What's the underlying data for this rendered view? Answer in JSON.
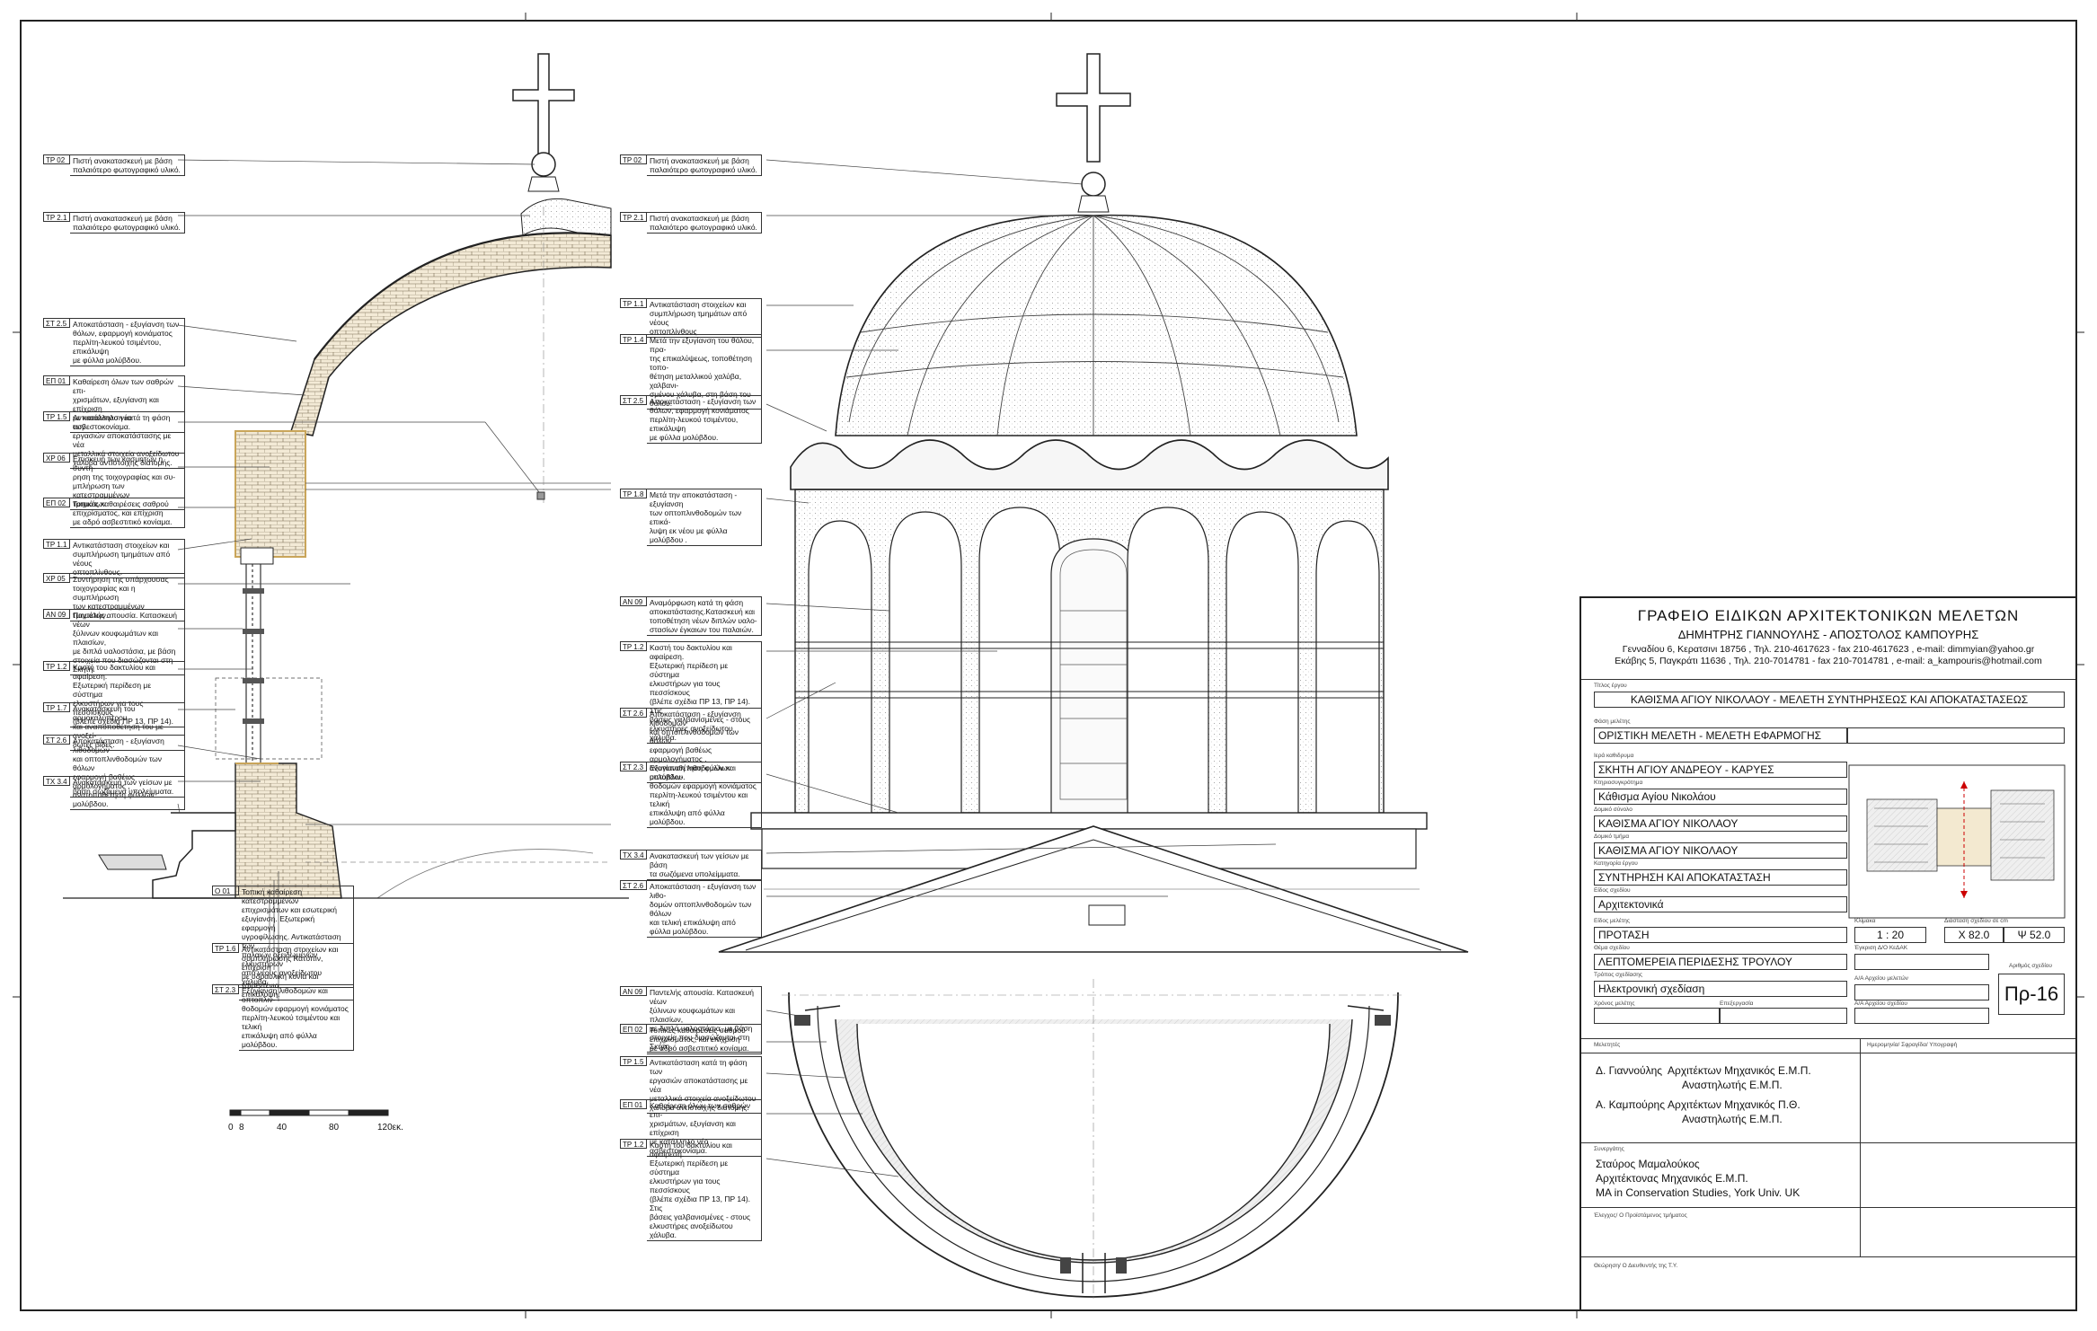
{
  "annotations_left": [
    {
      "code": "ΤΡ  02",
      "text": "Πιστή ανακατασκευή με βάση\nπαλαιότερο φωτογραφικό υλικό."
    },
    {
      "code": "ΤΡ  2.1",
      "text": "Πιστή ανακατασκευή με βάση\nπαλαιότερο φωτογραφικό υλικό."
    },
    {
      "code": "ΣΤ  2.5",
      "text": "Αποκατάσταση - εξυγίανση των\nθόλων, εφαρμογή κονιάματος\nπερλίτη-λευκού τσιμέντου, επικάλυψη\nμε φύλλα μολύβδου."
    },
    {
      "code": "ΕΠ  01",
      "text": "Καθαίρεση όλων των σαθρών επι-\nχρισμάτων, εξυγίανση και επίχριση\nμε κατάλληλο νέο ασβεστοκονίαμα."
    },
    {
      "code": "ΤΡ  1.5",
      "text": "Αντικατάσταση κατά τη φάση των\nεργασιών αποκατάστασης με νέα\nμεταλλικά στοιχεία ανοξείδωτου\nχάλυβα αντίστοιχης διατομής."
    },
    {
      "code": "ΧΡ  06",
      "text": "Επισκευή των κασμητών η συντή-\nρηση της τοιχογραφίας και συ-\nμπλήρωση των κατεστραμμένων\nτμημάτων"
    },
    {
      "code": "ΕΠ  02",
      "text": "Τοπικές καθαιρέσεις σαθρού\nεπιχρίσματος, και επίχριση\nμε αδρό ασβεστιτικό κονίαμα."
    },
    {
      "code": "ΤΡ  1.1",
      "text": "Αντικατάσταση στοιχείων και\nσυμπλήρωση τμημάτων από νέους\nοπτοπλίνθους."
    },
    {
      "code": "ΧΡ  05",
      "text": "Συντήρηση της υπάρχουσας\nτοιχογραφίας και η συμπλήρωση\nτων κατεστραμμένων τμημάτων."
    },
    {
      "code": "ΑΝ  09",
      "text": "Παντελής απουσία. Κατασκευή νέων\nξύλινων κουφωμάτων και πλαισίων,\nμε διπλά υαλοστάσια, με βάση\nστοιχεία που διασώζονται στη Σκήτη."
    },
    {
      "code": "ΤΡ  1.2",
      "text": "Καστή του δακτυλίου και αφαίρεση.\nΕξωτερική περίδεση με σύστημα\nελκυστήρων για τους πεσσίσκους\n(βλέπε σχέδια ΠΡ 13, ΠΡ 14)."
    },
    {
      "code": "ΤΡ  1.7",
      "text": "Ανακατασκευή του αρμοκαλύπτρου\nκαι αναποποθέτηση του με ανοξεί-\nδωτες βίδες."
    },
    {
      "code": "ΣΤ  2.6",
      "text": "Αποκατάσταση - εξυγίανση λιθοδομών\nκαι οπτοπλινθοδομών των θόλων\nεφαρμογή βαθέως αρμολογήματος ,\nανατοποθέτηση φύλλων μολύβδου."
    },
    {
      "code": "ΤΧ  3.4",
      "text": "Ανακατασκευή των γείσων με\nβάση σωζόμενα υπολείμματα."
    }
  ],
  "annotations_left_lower": [
    {
      "code": "Ο  01",
      "text": "Τοπική καθαίρεση κατεστραμμένων\nεπιχρισμάτων και εσωτερική\nεξυγίανση. Εξωτερική εφαρμογή\nυγροφίλωσης. Αντικατάσταση των\nπαλαιών οξειδωμένων ελκυστήρων\nαπό νέους ανοξείδωτου χάλυβα."
    },
    {
      "code": "ΤΡ  1.6",
      "text": "Αντικατάσταση στοιχείων και\nσυμπλήρωσης Κατόπιν, επίχριση\nμε υδραυλική κονία και τσιμεντένια\nεπικάλυψη."
    },
    {
      "code": "ΣΤ  2.3",
      "text": "Εξυγίανση λιθοδομών και οπτοπλιν-\nθοδομών εφαρμογή κονιάματος\nπερλίτη-λευκού τσιμέντου και τελική\nεπικάλυψη από φύλλα μολύβδου."
    }
  ],
  "annotations_mid": [
    {
      "code": "ΤΡ  02",
      "text": "Πιστή ανακατασκευή με βάση\nπαλαιότερο φωτογραφικό υλικό."
    },
    {
      "code": "ΤΡ  2.1",
      "text": "Πιστή ανακατασκευή με βάση\nπαλαιότερο φωτογραφικό υλικό."
    },
    {
      "code": "ΤΡ  1.1",
      "text": "Αντικατάσταση στοιχείων και\nσυμπλήρωση τμημάτων από νέους\nοπτοπλίνθους"
    },
    {
      "code": "ΤΡ  1.4",
      "text": "Μετά την εξυγίανση του θόλου, πρα-\nτης επικαλύψεως, τοποθέτηση τοπο-\nθέτηση μεταλλικού χαλύβα, χαλβανι-\nσμένου χάλυβα, στη βάση του θόλου."
    },
    {
      "code": "ΣΤ  2.5",
      "text": "Αποκατάσταση - εξυγίανση των\nθόλων, εφαρμογή κονιάματος\nπερλίτη-λευκού τσιμέντου, επικάλυψη\nμε φύλλα μολύβδου."
    },
    {
      "code": "ΤΡ  1.8",
      "text": "Μετά την αποκατάσταση - εξυγίανση\nτων οπτοπλινθοδομών των επικά-\nλυψη εκ νέου με φύλλα μολύβδου ."
    },
    {
      "code": "ΑΝ  09",
      "text": "Αναμόρφωση κατά τη φάση\nαποκατάστασης.Κατασκευή και\nτοποθέτηση νέων διπλών υαλο-\nστασίων έγκαιων του παλαιών."
    },
    {
      "code": "ΤΡ  1.2",
      "text": "Καστή του δακτυλίου και αφαίρεση.\nΕξωτερική περίδεση με σύστημα\nελκυστήρων για τους πεσσίσκους\n(βλέπε σχέδια ΠΡ 13, ΠΡ 14). Στις\nβάσεις γαλβανισμένες - στους\nελκυστήρες ανοξείδωτου χάλυβα."
    },
    {
      "code": "ΣΤ  2.6",
      "text": "Αποκατάσταση - εξυγίανση λιθοδομών\nκαι οπτοπλινθοδομών των θόλων\nεφαρμογή βαθέως αρμολογήματος ,\nανατοποθέτηση φύλλων μολύβδου."
    },
    {
      "code": "ΣΤ  2.3",
      "text": "Εξυγίανση λιθοδομών και οπτοπλιν-\nθοδομών εφαρμογή κονιάματος\nπερλίτη-λευκού τσιμέντου και τελική\nεπικάλυψη από φύλλα μολύβδου."
    },
    {
      "code": "ΤΧ  3.4",
      "text": "Ανακατασκευή των γείσων με βάση\nτα σωζόμενα υπολείμματα."
    },
    {
      "code": "ΣΤ  2.6",
      "text": "Αποκατάσταση - εξυγίανση των λιθο-\nδομών οπτοπλινθοδομών των θόλων\nκαι τελική επικάλυψη από φύλλα μολύβδου."
    }
  ],
  "annotations_mid_lower": [
    {
      "code": "ΑΝ  09",
      "text": "Παντελής απουσία. Κατασκευή νέων\nξύλινων κουφωμάτων και πλαισίων,\nμε διπλά υαλοστάσια, με βάση\nστοιχεία που διασώζονται στη Σκήτη."
    },
    {
      "code": "ΕΠ  02",
      "text": "Τοπικές καθαιρέσεις σαθρού\nεπιχρίσματος, και επίχριση\nμε αδρό ασβεστιτικό κονίαμα."
    },
    {
      "code": "ΤΡ  1.5",
      "text": "Αντικατάσταση κατά τη φάση των\nεργασιών αποκατάστασης με νέα\nμεταλλικά στοιχεία ανοξείδωτου\nχάλυβα αντίστοιχης διατομής."
    },
    {
      "code": "ΕΠ  01",
      "text": "Καθαίρεση όλων των σαθρών επι-\nχρισμάτων, εξυγίανση και επίχριση\nμε κατάλληλο νέο ασβεστοκονίαμα."
    },
    {
      "code": "ΤΡ  1.2",
      "text": "Καστή του δακτυλίου και αφαίρεση.\nΕξωτερική περίδεση με σύστημα\nελκυστήρων για τους πεσσίσκους\n(βλέπε σχέδια ΠΡ 13, ΠΡ 14). Στις\nβάσεις γαλβανισμένες - στους\nελκυστήρες ανοξείδωτου χάλυβα."
    }
  ],
  "scale_bar": {
    "labels": [
      "0",
      "8",
      "40",
      "80",
      "120εκ."
    ]
  },
  "title_block": {
    "office_name": "ΓΡΑΦΕΙΟ ΕΙΔΙΚΩΝ ΑΡΧΙΤΕΚΤΟΝΙΚΩΝ ΜΕΛΕΤΩΝ",
    "partners": "ΔΗΜΗΤΡΗΣ ΓΙΑΝΝΟΥΛΗΣ  -  ΑΠΟΣΤΟΛΟΣ ΚΑΜΠΟΥΡΗΣ",
    "address1": "Γενναδίου 6, Κερατσινι 18756 , Τηλ. 210-4617623 - fax 210-4617623 , e-mail: dimmyian@yahoo.gr",
    "address2": "Εκάβης 5, Παγκράτι 11636 , Τηλ. 210-7014781 - fax 210-7014781 , e-mail: a_kampouris@hotmail.com",
    "lbl_project_title": "Τίτλος έργου",
    "project_title": "ΚΑΘΙΣΜΑ ΑΓΙΟΥ ΝΙΚΟΛΑΟΥ - ΜΕΛΕΤΗ ΣΥΝΤΗΡΗΣΕΩΣ ΚΑΙ ΑΠΟΚΑΤΑΣΤΑΣΕΩΣ",
    "lbl_phase": "Φάση μελέτης",
    "phase": "ΟΡΙΣΤΙΚΗ ΜΕΛΕΤΗ - ΜΕΛΕΤΗ ΕΦΑΡΜΟΓΗΣ",
    "lbl_monastery": "Ιερά καθιδρυμα",
    "monastery": "ΣΚΗΤΗ ΑΓΙΟΥ ΑΝΔΡΕΟΥ - ΚΑΡΥΕΣ",
    "lbl_building": "Κτηριοσυγκρότημα",
    "building": "Κάθισμα Αγίου Νικολάου",
    "lbl_complex": "Δομικό σύνολο",
    "complex": "ΚΑΘΙΣΜΑ ΑΓΙΟΥ ΝΙΚΟΛΑΟΥ",
    "lbl_part": "Δομικό τμήμα",
    "part": "ΚΑΘΙΣΜΑ ΑΓΙΟΥ ΝΙΚΟΛΑΟΥ",
    "lbl_category": "Κατηγορία έργου",
    "category": "ΣΥΝΤΗΡΗΣΗ ΚΑΙ ΑΠΟΚΑΤΑΣΤΑΣΗ",
    "lbl_drawing_type": "Είδος σχεδίου",
    "drawing_type": "Αρχιτεκτονικά",
    "lbl_study_type": "Είδος μελέτης",
    "study_type": "ΠΡΟΤΑΣΗ",
    "lbl_scale": "Κλίμακα",
    "scale": "1 : 20",
    "lbl_dimensions": "Διάσταση σχεδίου σε cm",
    "dim_x": "Χ  82.0",
    "dim_y": "Ψ  52.0",
    "lbl_drawing_title": "Θέμα σχεδίου",
    "drawing_title": "ΛΕΠΤΟΜΕΡΕΙΑ ΠΕΡΙΔΕΣΗΣ ΤΡΟΥΛΟΥ",
    "lbl_approval": "Έγκριση Δ/Ο ΚεΔΑΚ",
    "lbl_sheet_no": "Αριθμός σχεδίου",
    "sheet_no": "Πρ-16",
    "lbl_method": "Τρόπος σχεδίασης",
    "method": "Ηλεκτρονική σχεδίαση",
    "lbl_date_study": "Χρόνος μελέτης",
    "lbl_date_edit": "Επεξεργασία",
    "lbl_protocol_study": "Α/Α Αρχείου μελετών",
    "lbl_protocol_drawing": "Α/Α Αρχείου σχεδίου",
    "lbl_designers": "Μελετητές",
    "lbl_signature": "Ημερομηνία/ Σφραγίδα/ Υπογραφή",
    "designer1_name": "Δ. Γιαννούλης",
    "designer1_role1": "Αρχιτέκτων Μηχανικός Ε.Μ.Π.",
    "designer1_role2": "Αναστηλωτής Ε.Μ.Π.",
    "designer2_name": "Α. Καμπούρης",
    "designer2_role1": "Αρχιτέκτων Μηχανικός Π.Θ.",
    "designer2_role2": "Αναστηλωτής Ε.Μ.Π.",
    "lbl_collaborator": "Συνεργάτης",
    "collab_line1": "Σταύρος  Μαμαλούκος",
    "collab_line2": "Αρχιτέκτονας Μηχανικός Ε.Μ.Π.",
    "collab_line3": "MA in Conservation Studies, York Univ. UK",
    "lbl_check": "Έλεγχος/ Ο Προϊστάμενος τμήματος",
    "lbl_approve": "Θεώρηση/ Ο Διευθυντής της Τ.Υ."
  }
}
